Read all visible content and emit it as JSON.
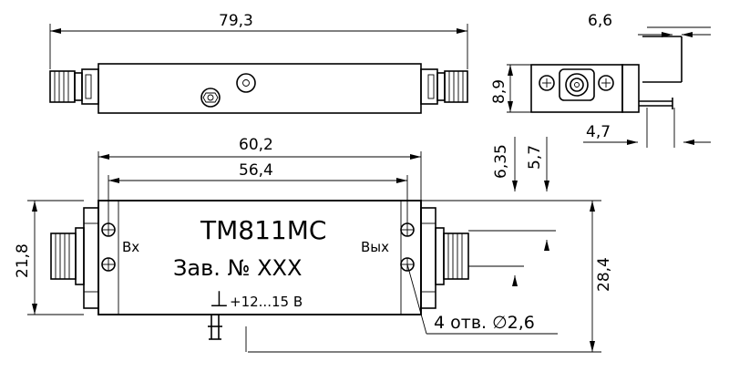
{
  "dimensions": {
    "top_length": "79,3",
    "side_width": "6,6",
    "side_height": "8,9",
    "side_offset": "4,7",
    "mount_spacing": "60,2",
    "hole_spacing": "56,4",
    "body_height": "21,8",
    "total_height": "28,4",
    "connector_offset_a": "6,35",
    "connector_offset_b": "5,7"
  },
  "labels": {
    "model": "ТМ811МС",
    "serial": "Зав. № ХХХ",
    "input": "Вх",
    "output": "Вых",
    "power": "+12...15 В",
    "ground_symbol": "⊥",
    "holes_note": "4 отв. ∅2,6"
  }
}
